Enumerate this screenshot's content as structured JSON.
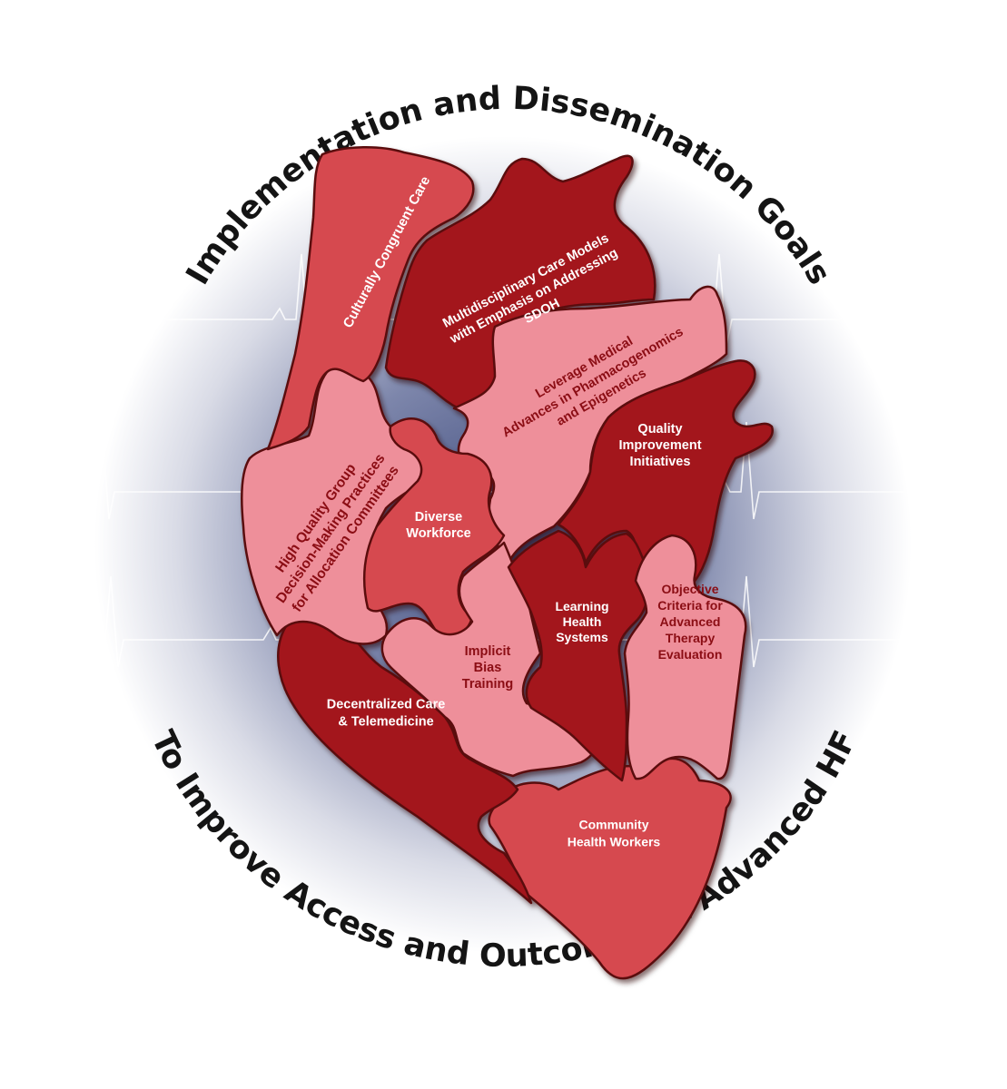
{
  "title_top": "Implementation and Dissemination Goals",
  "title_bottom": "To Improve Access and Outcomes in Advanced HF",
  "colors": {
    "dark_red": "#a3121c",
    "mid_red": "#d64a4f",
    "pink": "#ee8f9a",
    "outline": "#5a0a10",
    "halo": "#4d5a8c"
  },
  "pieces": [
    {
      "id": "culturally",
      "lines": [
        "Culturally Congruent Care"
      ]
    },
    {
      "id": "multidisciplinary",
      "lines": [
        "Multidisciplinary Care Models",
        "with Emphasis on Addressing",
        "SDOH"
      ]
    },
    {
      "id": "leverage",
      "lines": [
        "Leverage Medical",
        "Advances in Pharmacogenomics",
        "and Epigenetics"
      ]
    },
    {
      "id": "quality",
      "lines": [
        "Quality",
        "Improvement",
        "Initiatives"
      ]
    },
    {
      "id": "highquality",
      "lines": [
        "High Quality Group",
        "Decision-Making Practices",
        "for Allocation Committees"
      ]
    },
    {
      "id": "diverse",
      "lines": [
        "Diverse",
        "Workforce"
      ]
    },
    {
      "id": "implicit",
      "lines": [
        "Implicit",
        "Bias",
        "Training"
      ]
    },
    {
      "id": "learning",
      "lines": [
        "Learning",
        "Health",
        "Systems"
      ]
    },
    {
      "id": "objective",
      "lines": [
        "Objective",
        "Criteria for",
        "Advanced",
        "Therapy",
        "Evaluation"
      ]
    },
    {
      "id": "decentralized",
      "lines": [
        "Decentralized Care",
        "& Telemedicine"
      ]
    },
    {
      "id": "community",
      "lines": [
        "Community",
        "Health Workers"
      ]
    }
  ]
}
